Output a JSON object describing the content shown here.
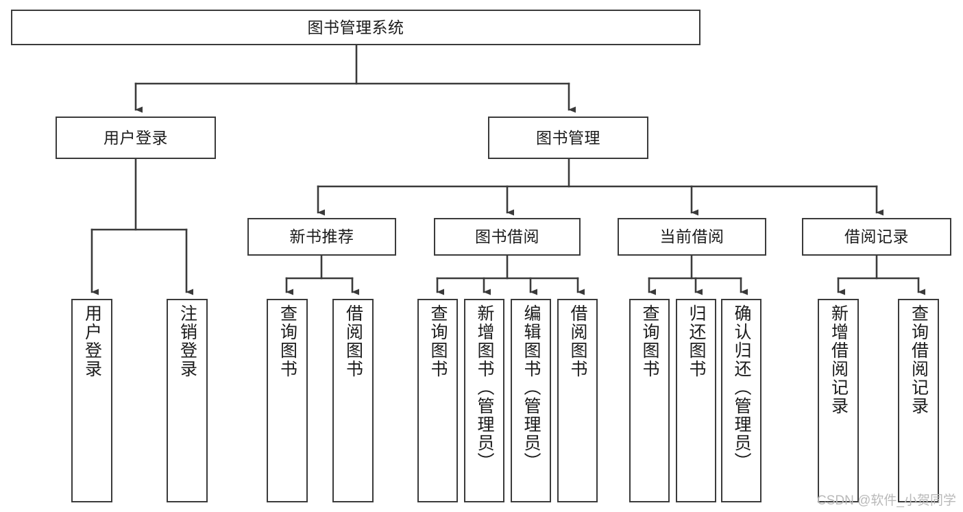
{
  "diagram": {
    "title": "图书管理系统",
    "type": "tree",
    "watermark": "CSDN @软件_小贺同学",
    "colors": {
      "box_border": "#3a3a3a",
      "box_fill": "#ffffff",
      "connector": "#3a3a3a",
      "text": "#1b1b1b",
      "watermark": "#b9b9b9",
      "background": "#ffffff"
    },
    "nodes": {
      "root": {
        "label": "图书管理系统"
      },
      "level2": [
        {
          "id": "user_login",
          "label": "用户登录"
        },
        {
          "id": "book_mgmt",
          "label": "图书管理"
        }
      ],
      "level3": [
        {
          "id": "new_book_rec",
          "label": "新书推荐",
          "parent": "book_mgmt"
        },
        {
          "id": "book_borrow",
          "label": "图书借阅",
          "parent": "book_mgmt"
        },
        {
          "id": "current_borrow",
          "label": "当前借阅",
          "parent": "book_mgmt"
        },
        {
          "id": "borrow_record",
          "label": "借阅记录",
          "parent": "book_mgmt"
        }
      ],
      "leaves": [
        {
          "id": "leaf_user_login",
          "label": "用户登录",
          "parent": "user_login"
        },
        {
          "id": "leaf_user_logout",
          "label": "注销登录",
          "parent": "user_login"
        },
        {
          "id": "leaf_query_book_1",
          "label": "查询图书",
          "parent": "new_book_rec"
        },
        {
          "id": "leaf_borrow_book_1",
          "label": "借阅图书",
          "parent": "new_book_rec"
        },
        {
          "id": "leaf_query_book_2",
          "label": "查询图书",
          "parent": "book_borrow"
        },
        {
          "id": "leaf_add_book",
          "label": "新增图书（管理员）",
          "parent": "book_borrow"
        },
        {
          "id": "leaf_edit_book",
          "label": "编辑图书（管理员）",
          "parent": "book_borrow"
        },
        {
          "id": "leaf_borrow_book_2",
          "label": "借阅图书",
          "parent": "book_borrow"
        },
        {
          "id": "leaf_query_book_3",
          "label": "查询图书",
          "parent": "current_borrow"
        },
        {
          "id": "leaf_return_book",
          "label": "归还图书",
          "parent": "current_borrow"
        },
        {
          "id": "leaf_confirm_return",
          "label": "确认归还（管理员）",
          "parent": "current_borrow"
        },
        {
          "id": "leaf_add_record",
          "label": "新增借阅记录",
          "parent": "borrow_record"
        },
        {
          "id": "leaf_query_record",
          "label": "查询借阅记录",
          "parent": "borrow_record"
        }
      ]
    }
  }
}
